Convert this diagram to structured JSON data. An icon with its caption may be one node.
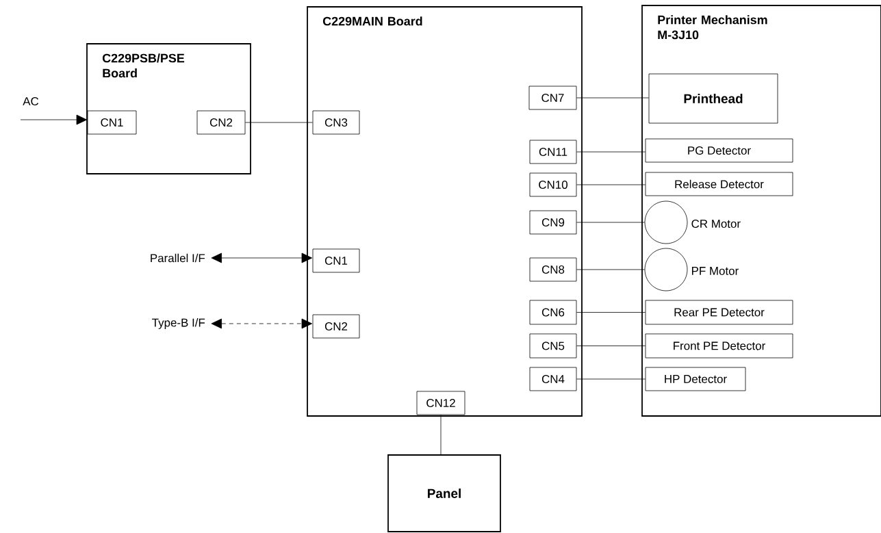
{
  "diagram": {
    "nodes": [
      {
        "text": [
          "C229PSB/PSE Board"
        ]
      },
      {
        "text": [
          "CN1"
        ],
        "in": 0
      },
      {
        "text": [
          "CN2"
        ],
        "in": 0
      },
      {
        "text": [
          "C229MAIN Board"
        ]
      },
      {
        "text": [
          "CN3"
        ],
        "in": 3
      },
      {
        "text": [
          "CN1"
        ],
        "in": 3
      },
      {
        "text": [
          "CN2"
        ],
        "in": 3
      },
      {
        "text": [
          "CN7"
        ],
        "in": 3
      },
      {
        "text": [
          "CN11"
        ],
        "in": 3
      },
      {
        "text": [
          "CN10"
        ],
        "in": 3
      },
      {
        "text": [
          "CN9"
        ],
        "in": 3
      },
      {
        "text": [
          "CN8"
        ],
        "in": 3
      },
      {
        "text": [
          "CN6"
        ],
        "in": 3
      },
      {
        "text": [
          "CN5"
        ],
        "in": 3
      },
      {
        "text": [
          "CN4"
        ],
        "in": 3
      },
      {
        "text": [
          "CN12"
        ],
        "in": 3
      },
      {
        "text": [
          "Printer Mechanism M-3J10"
        ]
      },
      {
        "text": [
          "Printhead"
        ],
        "in": 16
      },
      {
        "text": [
          "PG Detector"
        ],
        "in": 16
      },
      {
        "text": [
          "Release Detector"
        ],
        "in": 16
      },
      {
        "text": [],
        "shape": "circle",
        "beside": [
          "CR Motor"
        ],
        "in": 16
      },
      {
        "text": [],
        "shape": "circle",
        "beside": [
          "PF Motor"
        ],
        "in": 16
      },
      {
        "text": [
          "Rear PE Detector"
        ],
        "in": 16
      },
      {
        "text": [
          "Front PE Detector"
        ],
        "in": 16
      },
      {
        "text": [
          "HP Detector"
        ],
        "in": 16
      },
      {
        "text": [
          "Panel"
        ]
      },
      {
        "text": [
          "Parallel I/F"
        ]
      },
      {
        "text": [
          "Type-B I/F"
        ]
      }
    ],
    "edges": [
      {
        "from": null,
        "to": 1,
        "arrow": "to",
        "label": "AC"
      },
      {
        "from": 2,
        "to": 4,
        "arrow": "none"
      },
      {
        "from": 26,
        "to": 5,
        "arrow": "both"
      },
      {
        "from": 27,
        "to": 6,
        "arrow": "both",
        "style": "dashed"
      },
      {
        "from": 7,
        "to": 17,
        "arrow": "none"
      },
      {
        "from": 8,
        "to": 18,
        "arrow": "none"
      },
      {
        "from": 9,
        "to": 19,
        "arrow": "none"
      },
      {
        "from": 10,
        "to": 20,
        "arrow": "none"
      },
      {
        "from": 11,
        "to": 21,
        "arrow": "none"
      },
      {
        "from": 12,
        "to": 22,
        "arrow": "none"
      },
      {
        "from": 13,
        "to": 23,
        "arrow": "none"
      },
      {
        "from": 14,
        "to": 24,
        "arrow": "none"
      },
      {
        "from": 15,
        "to": 25,
        "arrow": "none"
      }
    ]
  }
}
